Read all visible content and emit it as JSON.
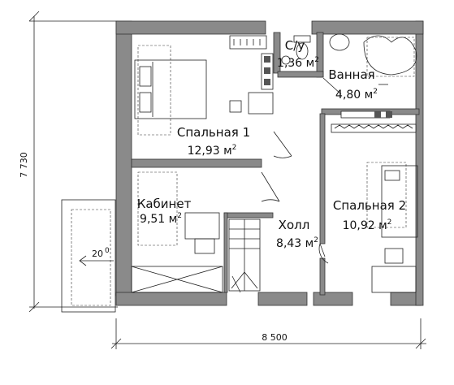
{
  "rooms": {
    "bedroom1": {
      "name": "Спальная 1",
      "area": "12,93 м",
      "sup": "2"
    },
    "wc": {
      "name": "С/у",
      "area": "1,36 м",
      "sup": "2"
    },
    "bath": {
      "name": "Ванная",
      "area": "4,80 м",
      "sup": "2"
    },
    "study": {
      "name": "Кабинет",
      "area": "9,51 м",
      "sup": "2"
    },
    "hall": {
      "name": "Холл",
      "area": "8,43 м",
      "sup": "2"
    },
    "bedroom2": {
      "name": "Спальная 2",
      "area": "10,92 м",
      "sup": "2"
    }
  },
  "dimensions": {
    "width": "8 500",
    "height": "7 730"
  },
  "roof_slope": "20"
}
